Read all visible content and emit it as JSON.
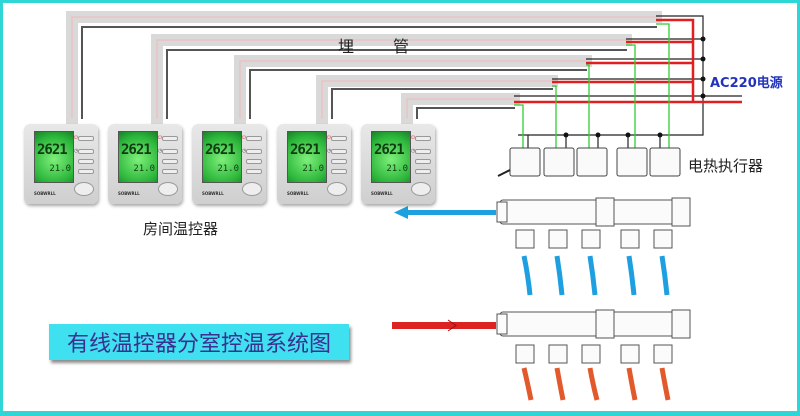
{
  "labels": {
    "buried_pipe": [
      "埋",
      "管"
    ],
    "power": "AC220电源",
    "actuator": "电热执行器",
    "thermostat": "房间温控器",
    "title": "有线温控器分室控温系统图"
  },
  "thermostats": [
    {
      "display_main": "2621",
      "display_sub": "21.0",
      "brand": "SOBWRLL"
    },
    {
      "display_main": "2621",
      "display_sub": "21.0",
      "brand": "SOBWRLL"
    },
    {
      "display_main": "2621",
      "display_sub": "21.0",
      "brand": "SOBWRLL"
    },
    {
      "display_main": "2621",
      "display_sub": "21.0",
      "brand": "SOBWRLL"
    },
    {
      "display_main": "2621",
      "display_sub": "21.0",
      "brand": "SOBWRLL"
    }
  ],
  "colors": {
    "frame": "#2fd6d6",
    "live_wire": "#e02020",
    "neutral_wire": "#222222",
    "signal_wire": "#33cc33",
    "return_flow": "#1ea0e0",
    "supply_flow": "#dd2222",
    "title_bg": "#3fe0f0",
    "title_text": "#3b2f8f",
    "power_text": "#2233bb"
  }
}
